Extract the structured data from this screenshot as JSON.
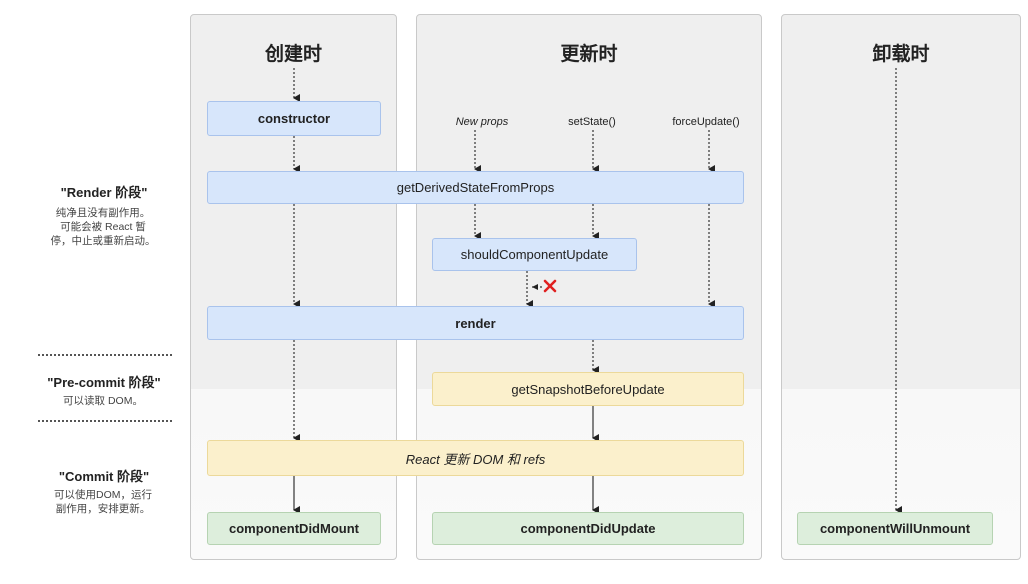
{
  "columns": [
    {
      "title": "创建时"
    },
    {
      "title": "更新时"
    },
    {
      "title": "卸载时"
    }
  ],
  "phases": {
    "render": {
      "title": "\"Render 阶段\"",
      "desc": [
        "纯净且没有副作用。",
        "可能会被 React 暂",
        "停，中止或重新启动。"
      ]
    },
    "precommit": {
      "title": "\"Pre-commit 阶段\"",
      "desc": [
        "可以读取 DOM。"
      ]
    },
    "commit": {
      "title": "\"Commit 阶段\"",
      "desc": [
        "可以使用DOM，运行",
        "副作用，安排更新。"
      ]
    }
  },
  "triggers": {
    "new_props": "New props",
    "set_state": "setState()",
    "force_update": "forceUpdate()"
  },
  "boxes": {
    "constructor": "constructor",
    "get_derived_state": "getDerivedStateFromProps",
    "should_update": "shouldComponentUpdate",
    "render": "render",
    "get_snapshot": "getSnapshotBeforeUpdate",
    "react_updates": "React 更新 DOM 和 refs",
    "did_mount": "componentDidMount",
    "did_update": "componentDidUpdate",
    "will_unmount": "componentWillUnmount"
  },
  "colors": {
    "blue_box": "#d7e6fb",
    "yellow_box": "#fbf0cc",
    "green_box": "#ddeedc",
    "cross": "#e02020"
  }
}
